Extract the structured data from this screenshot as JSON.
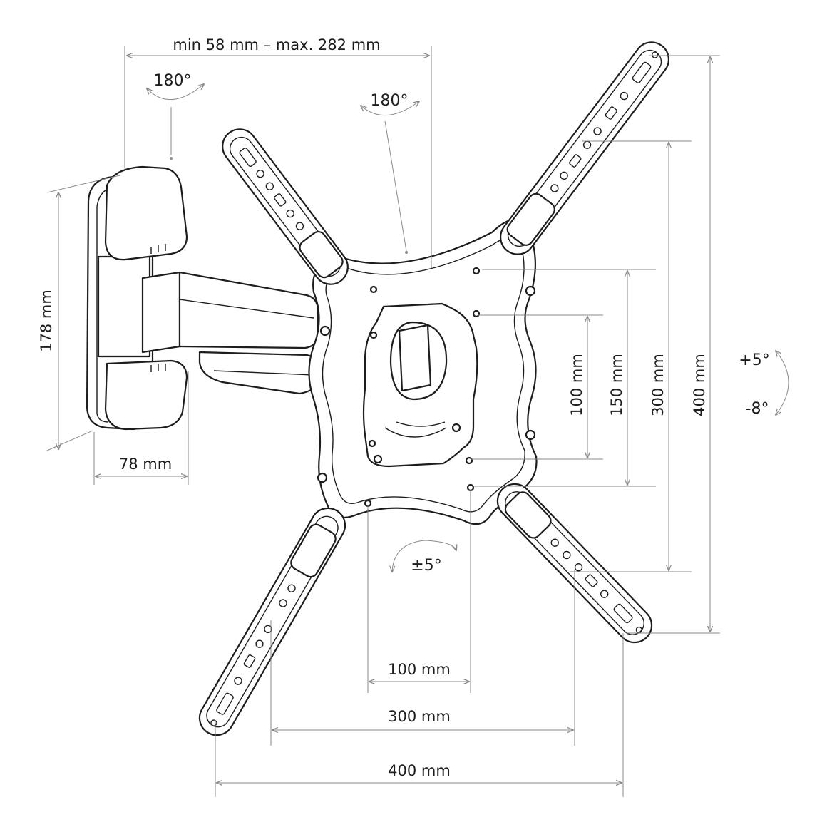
{
  "labels": {
    "arm_reach": "min 58 mm – max. 282 mm",
    "wall_rotation": "180°",
    "head_rotation": "180°",
    "plate_height": "178 mm",
    "plate_width": "78 mm",
    "v_100": "100 mm",
    "v_150": "150 mm",
    "v_300": "300 mm",
    "v_400": "400 mm",
    "h_100": "100 mm",
    "h_300": "300 mm",
    "h_400": "400 mm",
    "tilt_up": "+5°",
    "tilt_down": "-8°",
    "level_adjust": "±5°"
  },
  "colors": {
    "line": "#1d1d1b",
    "dimension": "#8a8a8a",
    "fill": "#ffffff"
  }
}
